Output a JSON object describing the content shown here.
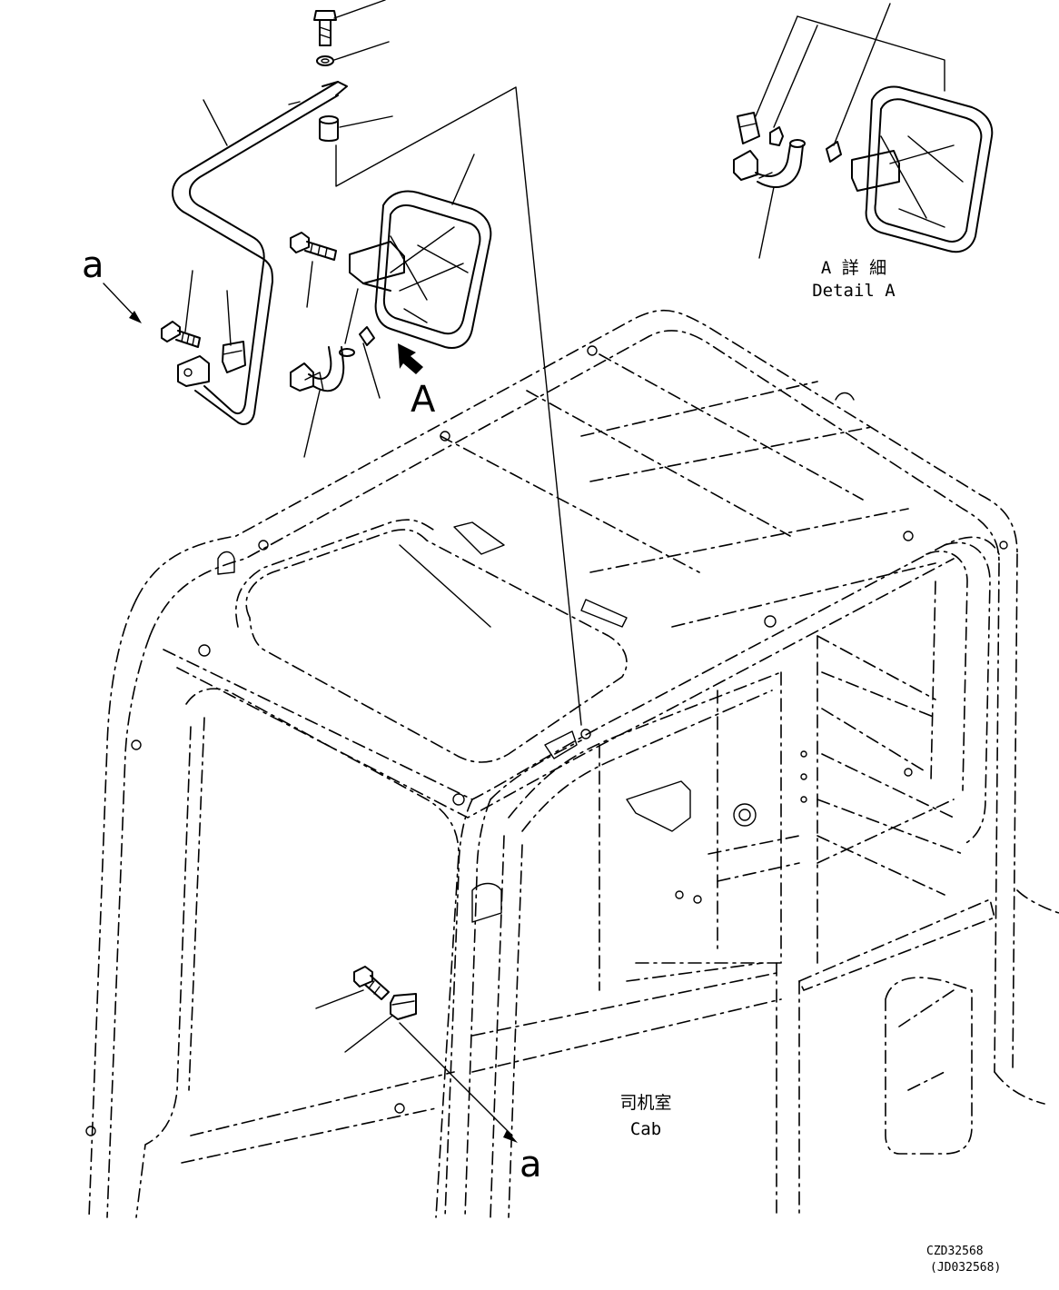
{
  "callouts": {
    "a_top": "a",
    "a_bottom": "a",
    "A_view": "A"
  },
  "detail": {
    "jp": "A 詳 細",
    "en": "Detail A"
  },
  "cab": {
    "zh": "司机室",
    "en": "Cab"
  },
  "drawing_code": {
    "main": "CZD32568",
    "sub": "(JD032568)"
  }
}
